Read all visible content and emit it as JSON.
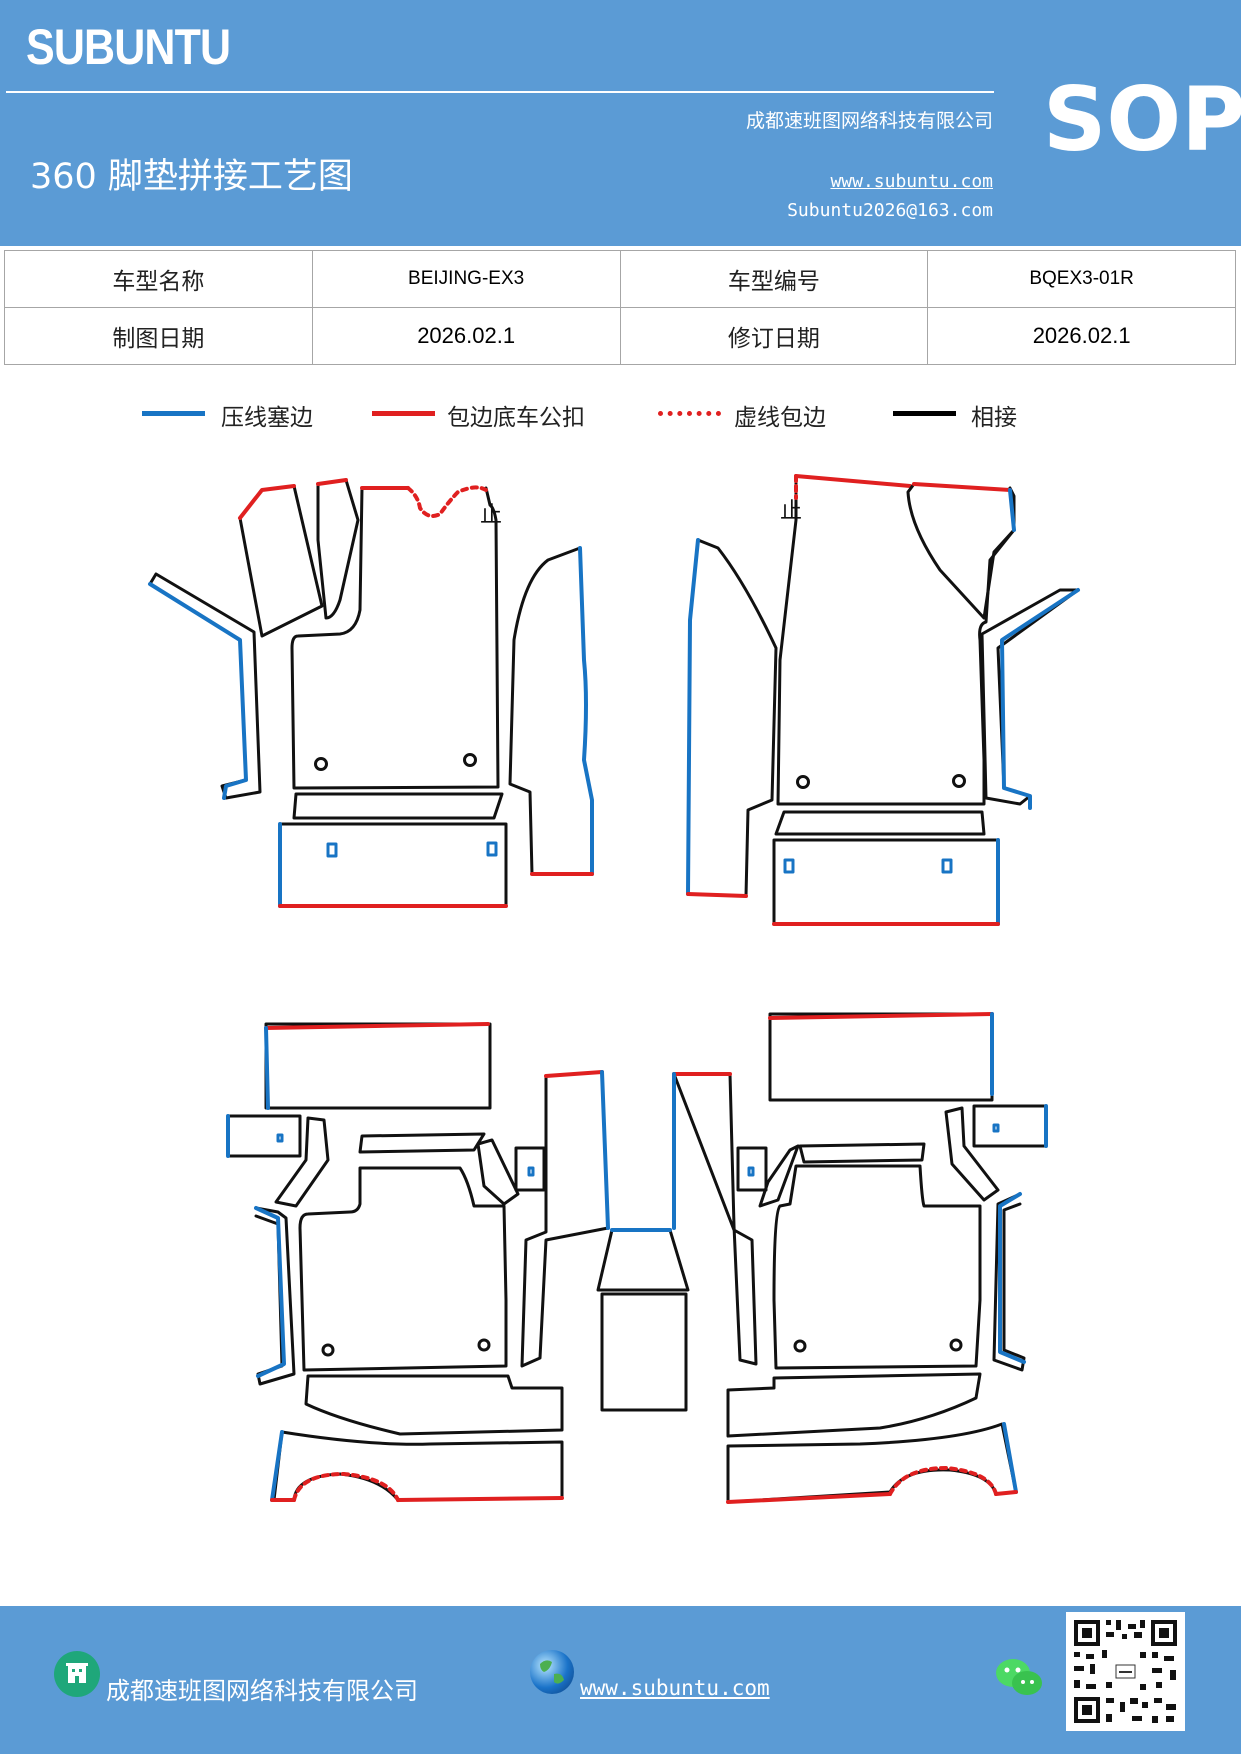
{
  "header": {
    "brand": "SUBUNTU",
    "company": "成都速班图网络科技有限公司",
    "title": "360 脚垫拼接工艺图",
    "website": "www.subuntu.com",
    "email": "Subuntu2026@163.com",
    "badge": "SOP"
  },
  "info": {
    "model_name_label": "车型名称",
    "model_name_value": "BEIJING-EX3",
    "model_code_label": "车型编号",
    "model_code_value": "BQEX3-01R",
    "draw_date_label": "制图日期",
    "draw_date_value": "2026.02.1",
    "revise_date_label": "修订日期",
    "revise_date_value": "2026.02.1"
  },
  "legend": [
    {
      "label": "压线塞边",
      "color": "#1874c4",
      "style": "solid"
    },
    {
      "label": "包边底车公扣",
      "color": "#e02020",
      "style": "solid"
    },
    {
      "label": "虚线包边",
      "color": "#e02020",
      "style": "dotted"
    },
    {
      "label": "相接",
      "color": "#000000",
      "style": "solid"
    }
  ],
  "drawing": {
    "marker_left": "止",
    "marker_right": "止"
  },
  "footer": {
    "company": "成都速班图网络科技有限公司",
    "website": "www.subuntu.com "
  },
  "colors": {
    "header_bg": "#5b9bd5",
    "blue_line": "#1874c4",
    "red_line": "#e02020",
    "black_line": "#111111"
  }
}
